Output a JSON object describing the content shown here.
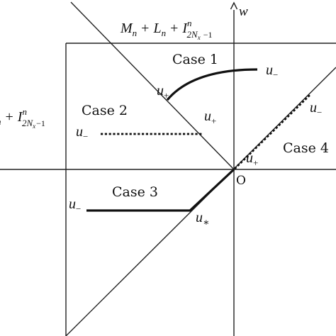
{
  "axes": {
    "vertical_label": "w",
    "origin_label": "O"
  },
  "labels": {
    "top_bound": {
      "m": "M",
      "m_sub": "n",
      "plus1": "+",
      "l": "L",
      "l_sub": "n",
      "plus2": "+",
      "i": "I",
      "i_sup": "n",
      "i_sub_main": "2N",
      "i_sub_sub": "x",
      "i_sub_tail": "−1"
    },
    "left_bound": {
      "prefix_sub": "n",
      "plus": "+",
      "i": "I",
      "i_sup": "n",
      "i_sub_main": "2N",
      "i_sub_sub": "x",
      "i_sub_tail": "−1"
    }
  },
  "cases": {
    "case1": {
      "title": "Case 1",
      "u_left": "u",
      "u_left_sub": "+",
      "u_right": "u",
      "u_right_sub": "−"
    },
    "case2": {
      "title": "Case 2",
      "u_left": "u",
      "u_left_sub": "−",
      "u_right": "u",
      "u_right_sub": "+"
    },
    "case3": {
      "title": "Case 3",
      "u_left": "u",
      "u_left_sub": "−",
      "u_right": "u",
      "u_right_sub": "∗"
    },
    "case4": {
      "title": "Case 4",
      "u_top": "u",
      "u_top_sub": "−",
      "u_bottom": "u",
      "u_bottom_sub": "+"
    }
  },
  "colors": {
    "ink": "#111111",
    "case1_title": "#1b2a4a"
  }
}
